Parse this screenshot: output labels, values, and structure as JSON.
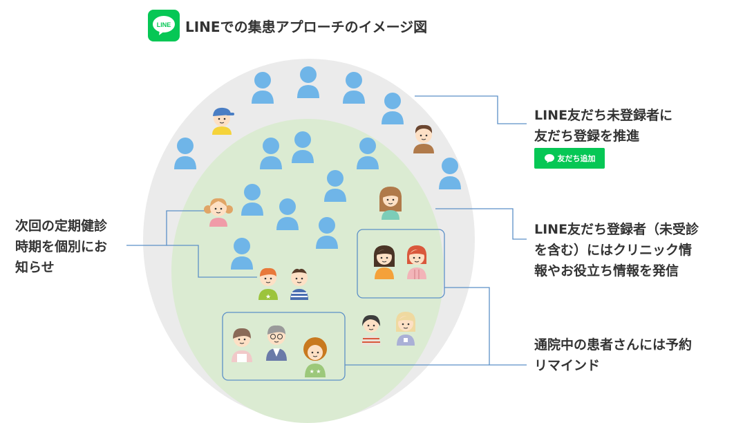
{
  "title": "LINEでの集患アプローチのイメージ図",
  "line_logo_text": "LINE",
  "labels": {
    "unregistered": "LINE友だち未登録者に\n友だち登録を推進",
    "registered": "LINE友だち登録者（未受診\nを含む）にはクリニック情\n報やお役立ち情報を発信",
    "checkup": "次回の定期健診\n時期を個別にお\n知らせ",
    "reminder": "通院中の患者さんには予約\nリマインド"
  },
  "add_friend_button": "友だち追加",
  "colors": {
    "line_green": "#06c755",
    "outer_circle": "#ebebeb",
    "inner_circle": "#dbebd2",
    "person_blue": "#6fb5e8",
    "connector": "#5b8fc7"
  }
}
